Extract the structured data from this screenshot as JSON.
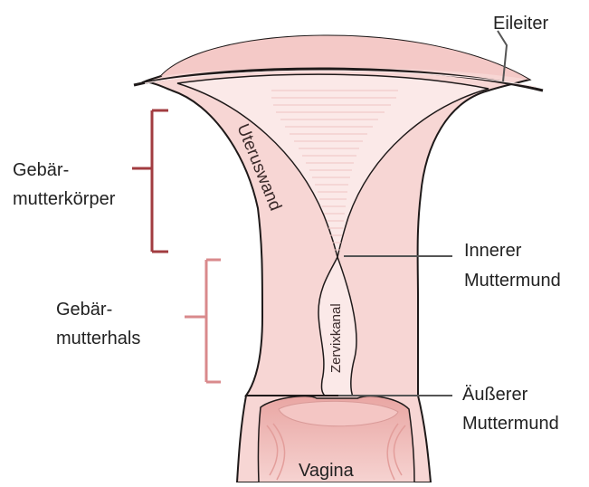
{
  "labels": {
    "eileiter": "Eileiter",
    "koerper_1": "Gebär-",
    "koerper_2": "mutterkörper",
    "hals_1": "Gebär-",
    "hals_2": "mutterhals",
    "innerer_1": "Innerer",
    "innerer_2": "Muttermund",
    "aeusserer_1": "Äußerer",
    "aeusserer_2": "Muttermund",
    "uteruswand": "Uteruswand",
    "zervixkanal": "Zervixkanal",
    "vagina": "Vagina"
  },
  "colors": {
    "tissue_fill": "#f7d6d4",
    "tissue_light": "#fbe9e8",
    "outline": "#1f1a1a",
    "bracket_corpus": "#a23c40",
    "bracket_cervix": "#d98a8c",
    "leader": "#555555",
    "vagina_fill": "#f1b9b6"
  }
}
